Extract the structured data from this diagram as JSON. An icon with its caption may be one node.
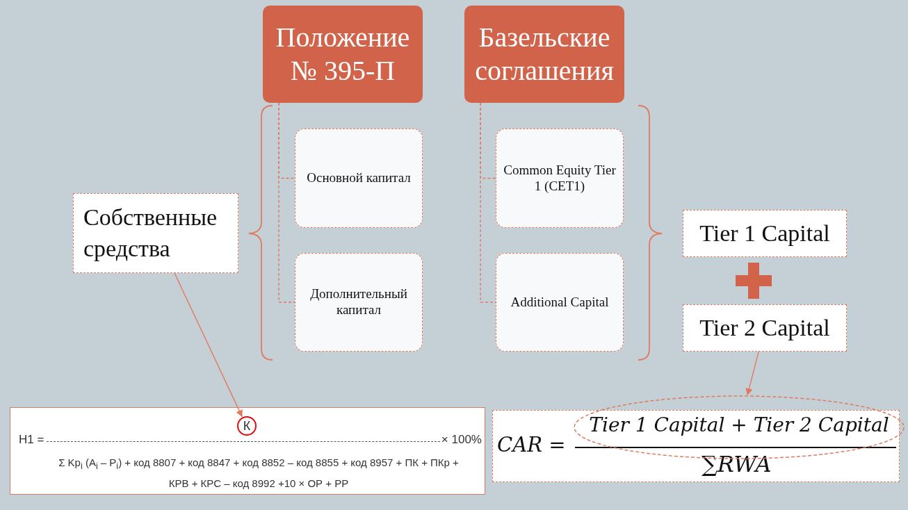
{
  "diagram": {
    "nodes": [
      {
        "text": [
          "Положение № 395-П"
        ]
      },
      {
        "text": [
          "Основной капитал"
        ]
      },
      {
        "text": [
          "Дополнительный капитал"
        ]
      },
      {
        "text": [
          "Базельские соглашения"
        ]
      },
      {
        "text": [
          "Common Equity Tier 1 (CET1)"
        ]
      },
      {
        "text": [
          "Additional Capital"
        ]
      },
      {
        "text": [
          "Собственные средства"
        ]
      },
      {
        "text": [
          "Tier 1 Capital"
        ]
      },
      {
        "text": [],
        "shape": "plus"
      },
      {
        "text": [
          "Tier 2 Capital"
        ]
      },
      {
        "text": [
          "H1 =",
          "× 100%",
          "Σ Kp$_{i}$ (A$_{i}$ – P$_{i}$) + код 8807 + код 8847 + код 8852 – код 8855 + код 8957 + ПК + ПКр + КРВ + КРС – код 8992 +10 × ОР + РР"
        ]
      },
      {
        "text": [
          "К"
        ],
        "in": 10
      },
      {
        "text": [
          "CAR =",
          "∑RWA"
        ]
      },
      {
        "text": [
          "Tier 1 Capital + Tier 2 Capital"
        ]
      }
    ],
    "edges": [
      {
        "from": 0,
        "to": 1,
        "arrow": "none",
        "style": "dashed"
      },
      {
        "from": 0,
        "to": 2,
        "arrow": "none",
        "style": "dashed"
      },
      {
        "from": 3,
        "to": 4,
        "arrow": "none",
        "style": "dashed"
      },
      {
        "from": 3,
        "to": 5,
        "arrow": "none",
        "style": "dashed"
      },
      {
        "from": 6,
        "to": 11,
        "arrow": "to"
      },
      {
        "from": 9,
        "to": 13,
        "arrow": "to"
      }
    ]
  }
}
